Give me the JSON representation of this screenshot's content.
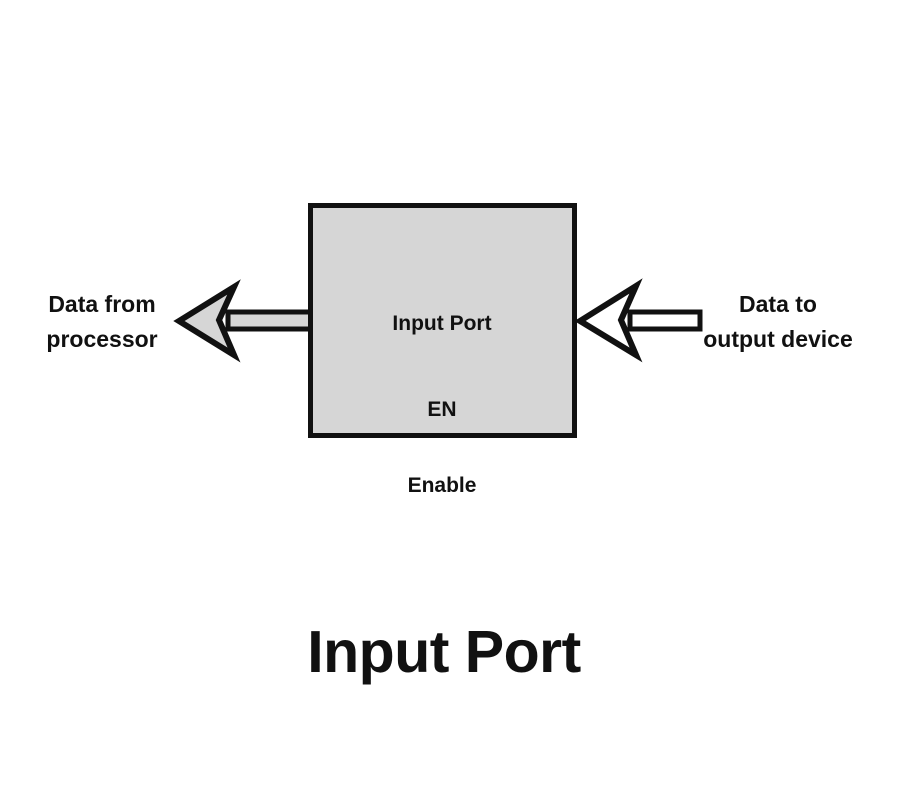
{
  "figure": {
    "title": "Input Port",
    "background_color": "#ffffff",
    "stroke_color": "#111111",
    "fill_gray": "#d6d6d6",
    "block": {
      "name": "Input Port",
      "label": "Input Port",
      "enable_pin_label": "EN",
      "enable_caption": "Enable",
      "fill": "#d6d6d6",
      "border_color": "#111111"
    },
    "arrows": [
      {
        "id": "left-arrow",
        "direction": "left",
        "style": "solid-gray-filled",
        "head_fill": "#d6d6d6",
        "shaft_fill": "#d6d6d6",
        "label_line1": "Data from",
        "label_line2": "processor"
      },
      {
        "id": "right-arrow",
        "direction": "left",
        "style": "hollow-outline",
        "head_fill": "#ffffff",
        "shaft_fill": "#ffffff",
        "label_line1": "Data to",
        "label_line2": "output device"
      }
    ],
    "caption": "Input Port"
  }
}
